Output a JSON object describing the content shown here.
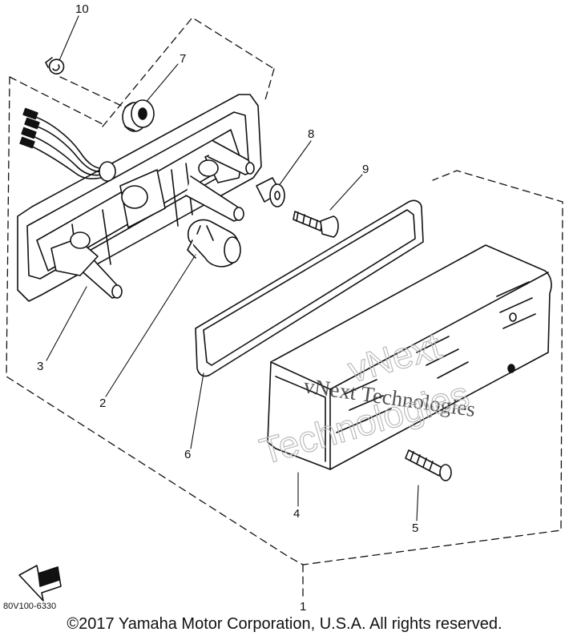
{
  "callouts": [
    "1",
    "2",
    "3",
    "4",
    "5",
    "6",
    "7",
    "8",
    "9",
    "10"
  ],
  "diagram_code": "80V100-6330",
  "direction_label": "FWD",
  "watermark": {
    "line1": "vNext Technologies",
    "line2a": "vNext",
    "line2b": "Technologies"
  },
  "copyright": "©2017 Yamaha Motor Corporation, U.S.A. All rights reserved."
}
